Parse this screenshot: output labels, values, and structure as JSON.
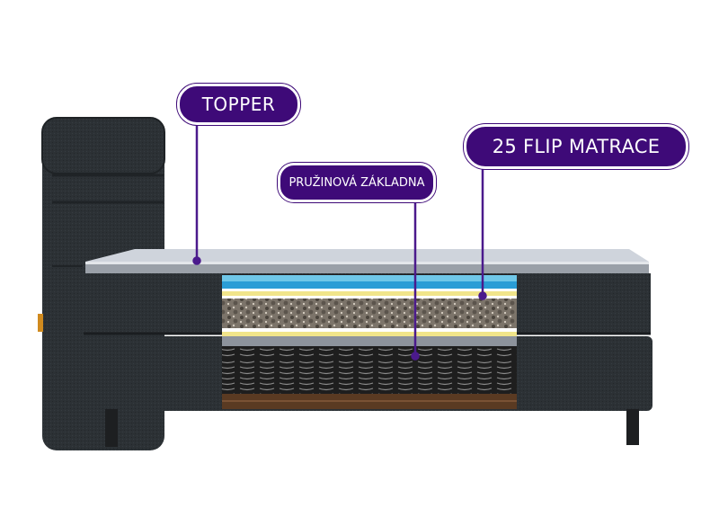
{
  "labels": {
    "topper": "TOPPER",
    "spring_base": "PRUŽINOVÁ ZÁKLADNA",
    "mattress": "25 FLIP MATRACE"
  },
  "colors": {
    "label_background": "#3e0a78",
    "label_text": "#ffffff",
    "fabric": "#2b3034",
    "leader_line": "#4b1a8c"
  }
}
